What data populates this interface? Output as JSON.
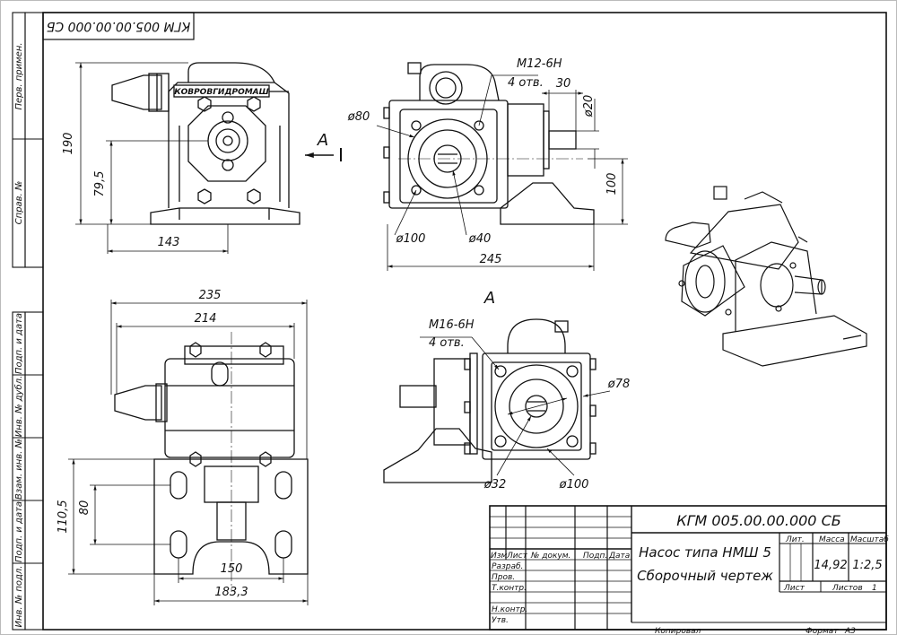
{
  "sheet": {
    "doc_number_top": "КГМ 005.00.00.000 СБ",
    "doc_number": "КГМ 005.00.00.000 СБ",
    "side_labels": [
      "Перв. примен.",
      "Справ. №",
      "Подп. и дата",
      "Инв. № дубл.",
      "Взам. инв. №",
      "Подп. и дата",
      "Инв. № подл."
    ],
    "brand_plate": "КОВРОВГИДРОМАШ",
    "section_marker": "A",
    "section_view_title": "A"
  },
  "dimensions": {
    "front_height": "190",
    "front_axis_height": "79,5",
    "front_half_width": "143",
    "side_thread": "M12-6H",
    "side_thread_count": "4 отв.",
    "shaft_length": "30",
    "shaft_dia": "ø20",
    "flange_dia": "ø80",
    "side_axis_height": "100",
    "bolt_circle_dia": "ø100",
    "bore_dia": "ø40",
    "side_length": "245",
    "plan_length": "235",
    "plan_body_length": "214",
    "plan_base_depth": "110,5",
    "plan_hole_depth": "80",
    "plan_hole_spacing": "150",
    "plan_base_width": "183,3",
    "a_thread": "M16-6H",
    "a_thread_count": "4 отв.",
    "a_circle_dia": "ø78",
    "a_bore_dia": "ø32",
    "a_flange_dia": "ø100"
  },
  "title_block": {
    "headers": [
      "Изм",
      "Лист",
      "№ докум.",
      "Подп.",
      "Дата"
    ],
    "roles": [
      "Разраб.",
      "Пров.",
      "Т.контр.",
      "Н.контр.",
      "Утв."
    ],
    "name_line1": "Насос типа НМШ 5",
    "name_line2": "Сборочный чертеж",
    "col_lit": "Лит.",
    "col_mass": "Масса",
    "col_scale": "Масштаб",
    "mass": "14,92",
    "scale": "1:2,5",
    "sheet_label": "Лист",
    "sheets_label": "Листов",
    "sheets_count": "1",
    "copied": "Копировал",
    "format_label": "Формат",
    "format_value": "А3"
  }
}
